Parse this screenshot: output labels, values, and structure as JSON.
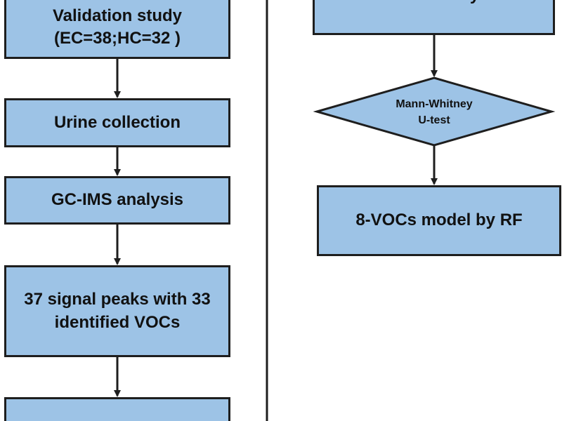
{
  "colors": {
    "box_fill": "#9dc3e6",
    "box_border": "#1e1e1e",
    "line": "#1e1e1e",
    "text": "#111111"
  },
  "left_column": {
    "validation_study": {
      "line1": "Validation study",
      "line2": "(EC=38;HC=32 )"
    },
    "urine_collection": "Urine collection",
    "gc_ims_analysis": "GC-IMS analysis",
    "signal_peaks": {
      "line1": "37 signal peaks with 33",
      "line2": "identified VOCs"
    },
    "bottom_box": ""
  },
  "right_column": {
    "top_box_partial": "coefficients by RF",
    "decision": {
      "line1": "Mann-Whitney",
      "line2": "U-test"
    },
    "model_box": "8-VOCs model by RF"
  }
}
